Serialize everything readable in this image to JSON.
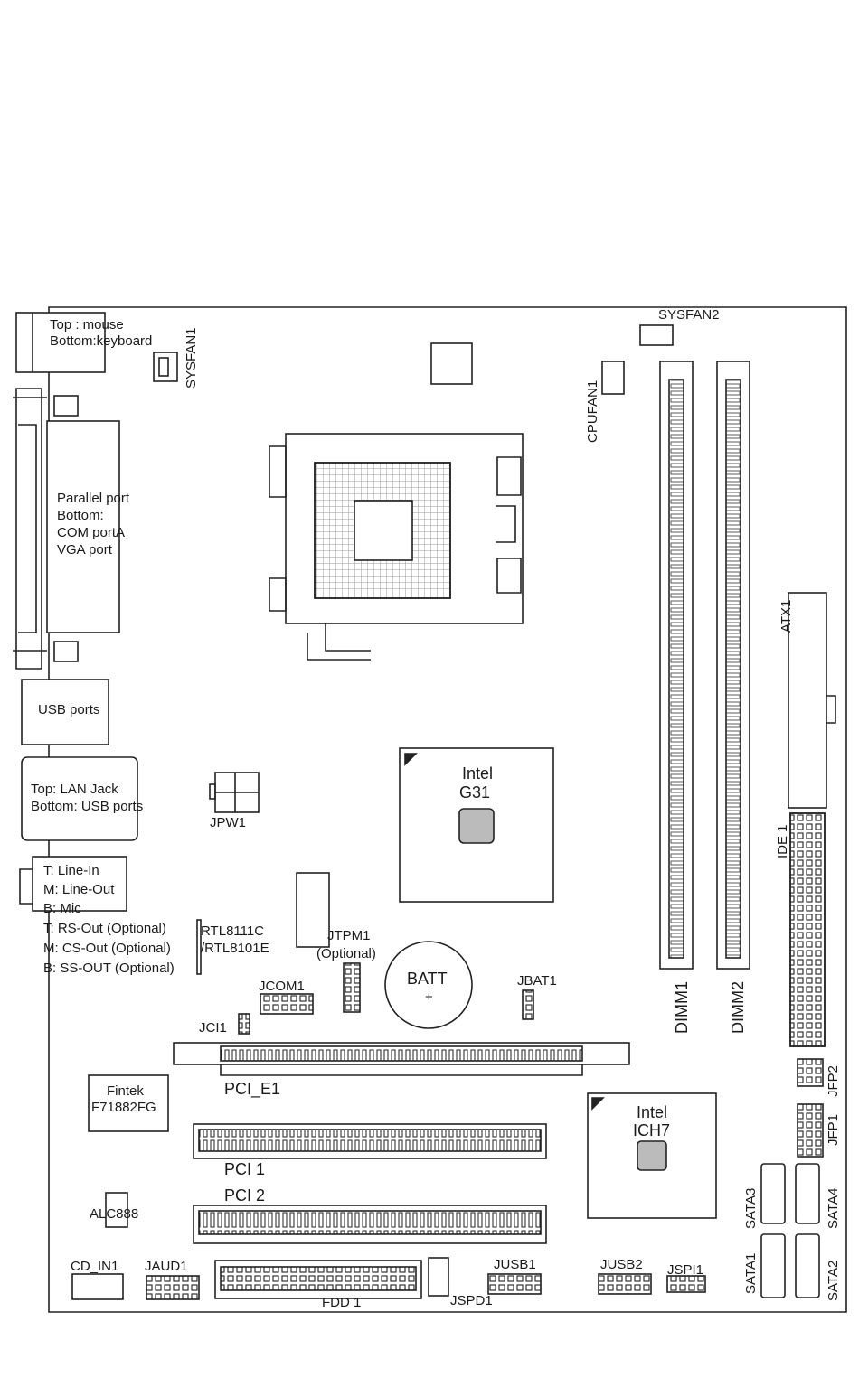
{
  "ports": {
    "mouse_keyboard": [
      "Top : mouse",
      "Bottom:keyboard"
    ],
    "parallel": [
      "Parallel port",
      "Bottom:",
      "COM portA",
      "VGA port"
    ],
    "usb": "USB ports",
    "lan_usb": [
      "Top: LAN Jack",
      "Bottom: USB ports"
    ],
    "audio": [
      "T: Line-In",
      "M: Line-Out",
      "B: Mic",
      "T: RS-Out (Optional)",
      "M: CS-Out (Optional)",
      "B: SS-OUT (Optional)"
    ]
  },
  "chips": {
    "lan": [
      "RTL8111C",
      "/RTL8101E"
    ],
    "northbridge": [
      "Intel",
      "G31"
    ],
    "southbridge": [
      "Intel",
      "ICH7"
    ],
    "superio": [
      "Fintek",
      "F71882FG"
    ],
    "audio_codec": "ALC888",
    "battery": [
      "BATT",
      "+"
    ]
  },
  "connectors": {
    "sysfan1": "SYSFAN1",
    "sysfan2": "SYSFAN2",
    "cpufan1": "CPUFAN1",
    "jpw1": "JPW1",
    "jtpm1": [
      "JTPM1",
      "(Optional)"
    ],
    "jcom1": "JCOM1",
    "jci1": "JCI1",
    "jbat1": "JBAT1",
    "atx1": "ATX1",
    "ide1": "IDE 1",
    "dimm1": "DIMM1",
    "dimm2": "DIMM2",
    "jfp2": "JFP2",
    "jfp1": "JFP1",
    "sata1": "SATA1",
    "sata2": "SATA2",
    "sata3": "SATA3",
    "sata4": "SATA4",
    "cd_in1": "CD_IN1",
    "jaud1": "JAUD1",
    "fdd1": "FDD 1",
    "jspd1": "JSPD1",
    "jusb1": "JUSB1",
    "jusb2": "JUSB2",
    "jspi1": "JSPI1"
  },
  "slots": {
    "pcie": "PCI_E1",
    "pci1": "PCI 1",
    "pci2": "PCI 2"
  }
}
